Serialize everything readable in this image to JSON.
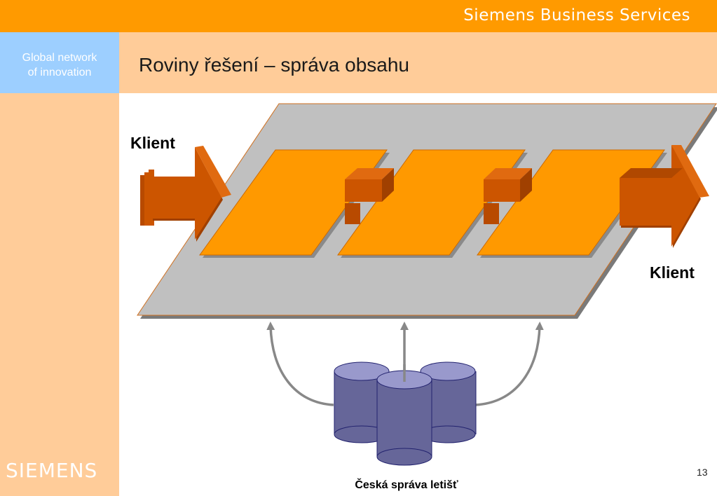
{
  "header": {
    "company": "Siemens Business Services"
  },
  "sidebar": {
    "tagline_line1": "Global network",
    "tagline_line2": "of innovation",
    "logo": "SIEMENS"
  },
  "slide": {
    "title": "Roviny řešení – správa obsahu",
    "page_number": "13"
  },
  "diagram": {
    "client_in_label": "Klient",
    "client_out_label": "Klient",
    "database_label": "Česká správa letišť",
    "colors": {
      "platform": "#c0c0c0",
      "module": "#ff9900",
      "arrow": "#cc5500",
      "database": "#666699",
      "connector": "#888888"
    }
  }
}
